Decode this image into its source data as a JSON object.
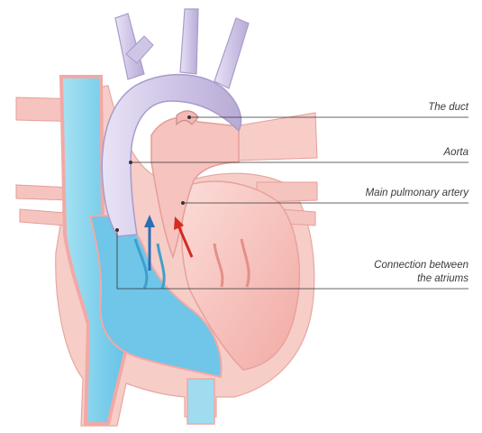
{
  "labels": {
    "duct": "The duct",
    "aorta": "Aorta",
    "pulmonary": "Main pulmonary artery",
    "connection_line1": "Connection between",
    "connection_line2": "the atriums"
  },
  "colors": {
    "blue_fill": "#8fd6ee",
    "blue_dark": "#4bb7de",
    "blue_outline": "#f2a9a6",
    "pink_fill": "#f7c9c5",
    "pink_dark": "#ef9b97",
    "aorta_fill": "#d7d0ea",
    "aorta_dark": "#b7acd6",
    "outer_pink": "#f6c7c2",
    "arrow_blue": "#2a6fb4",
    "arrow_red": "#d62a22"
  }
}
